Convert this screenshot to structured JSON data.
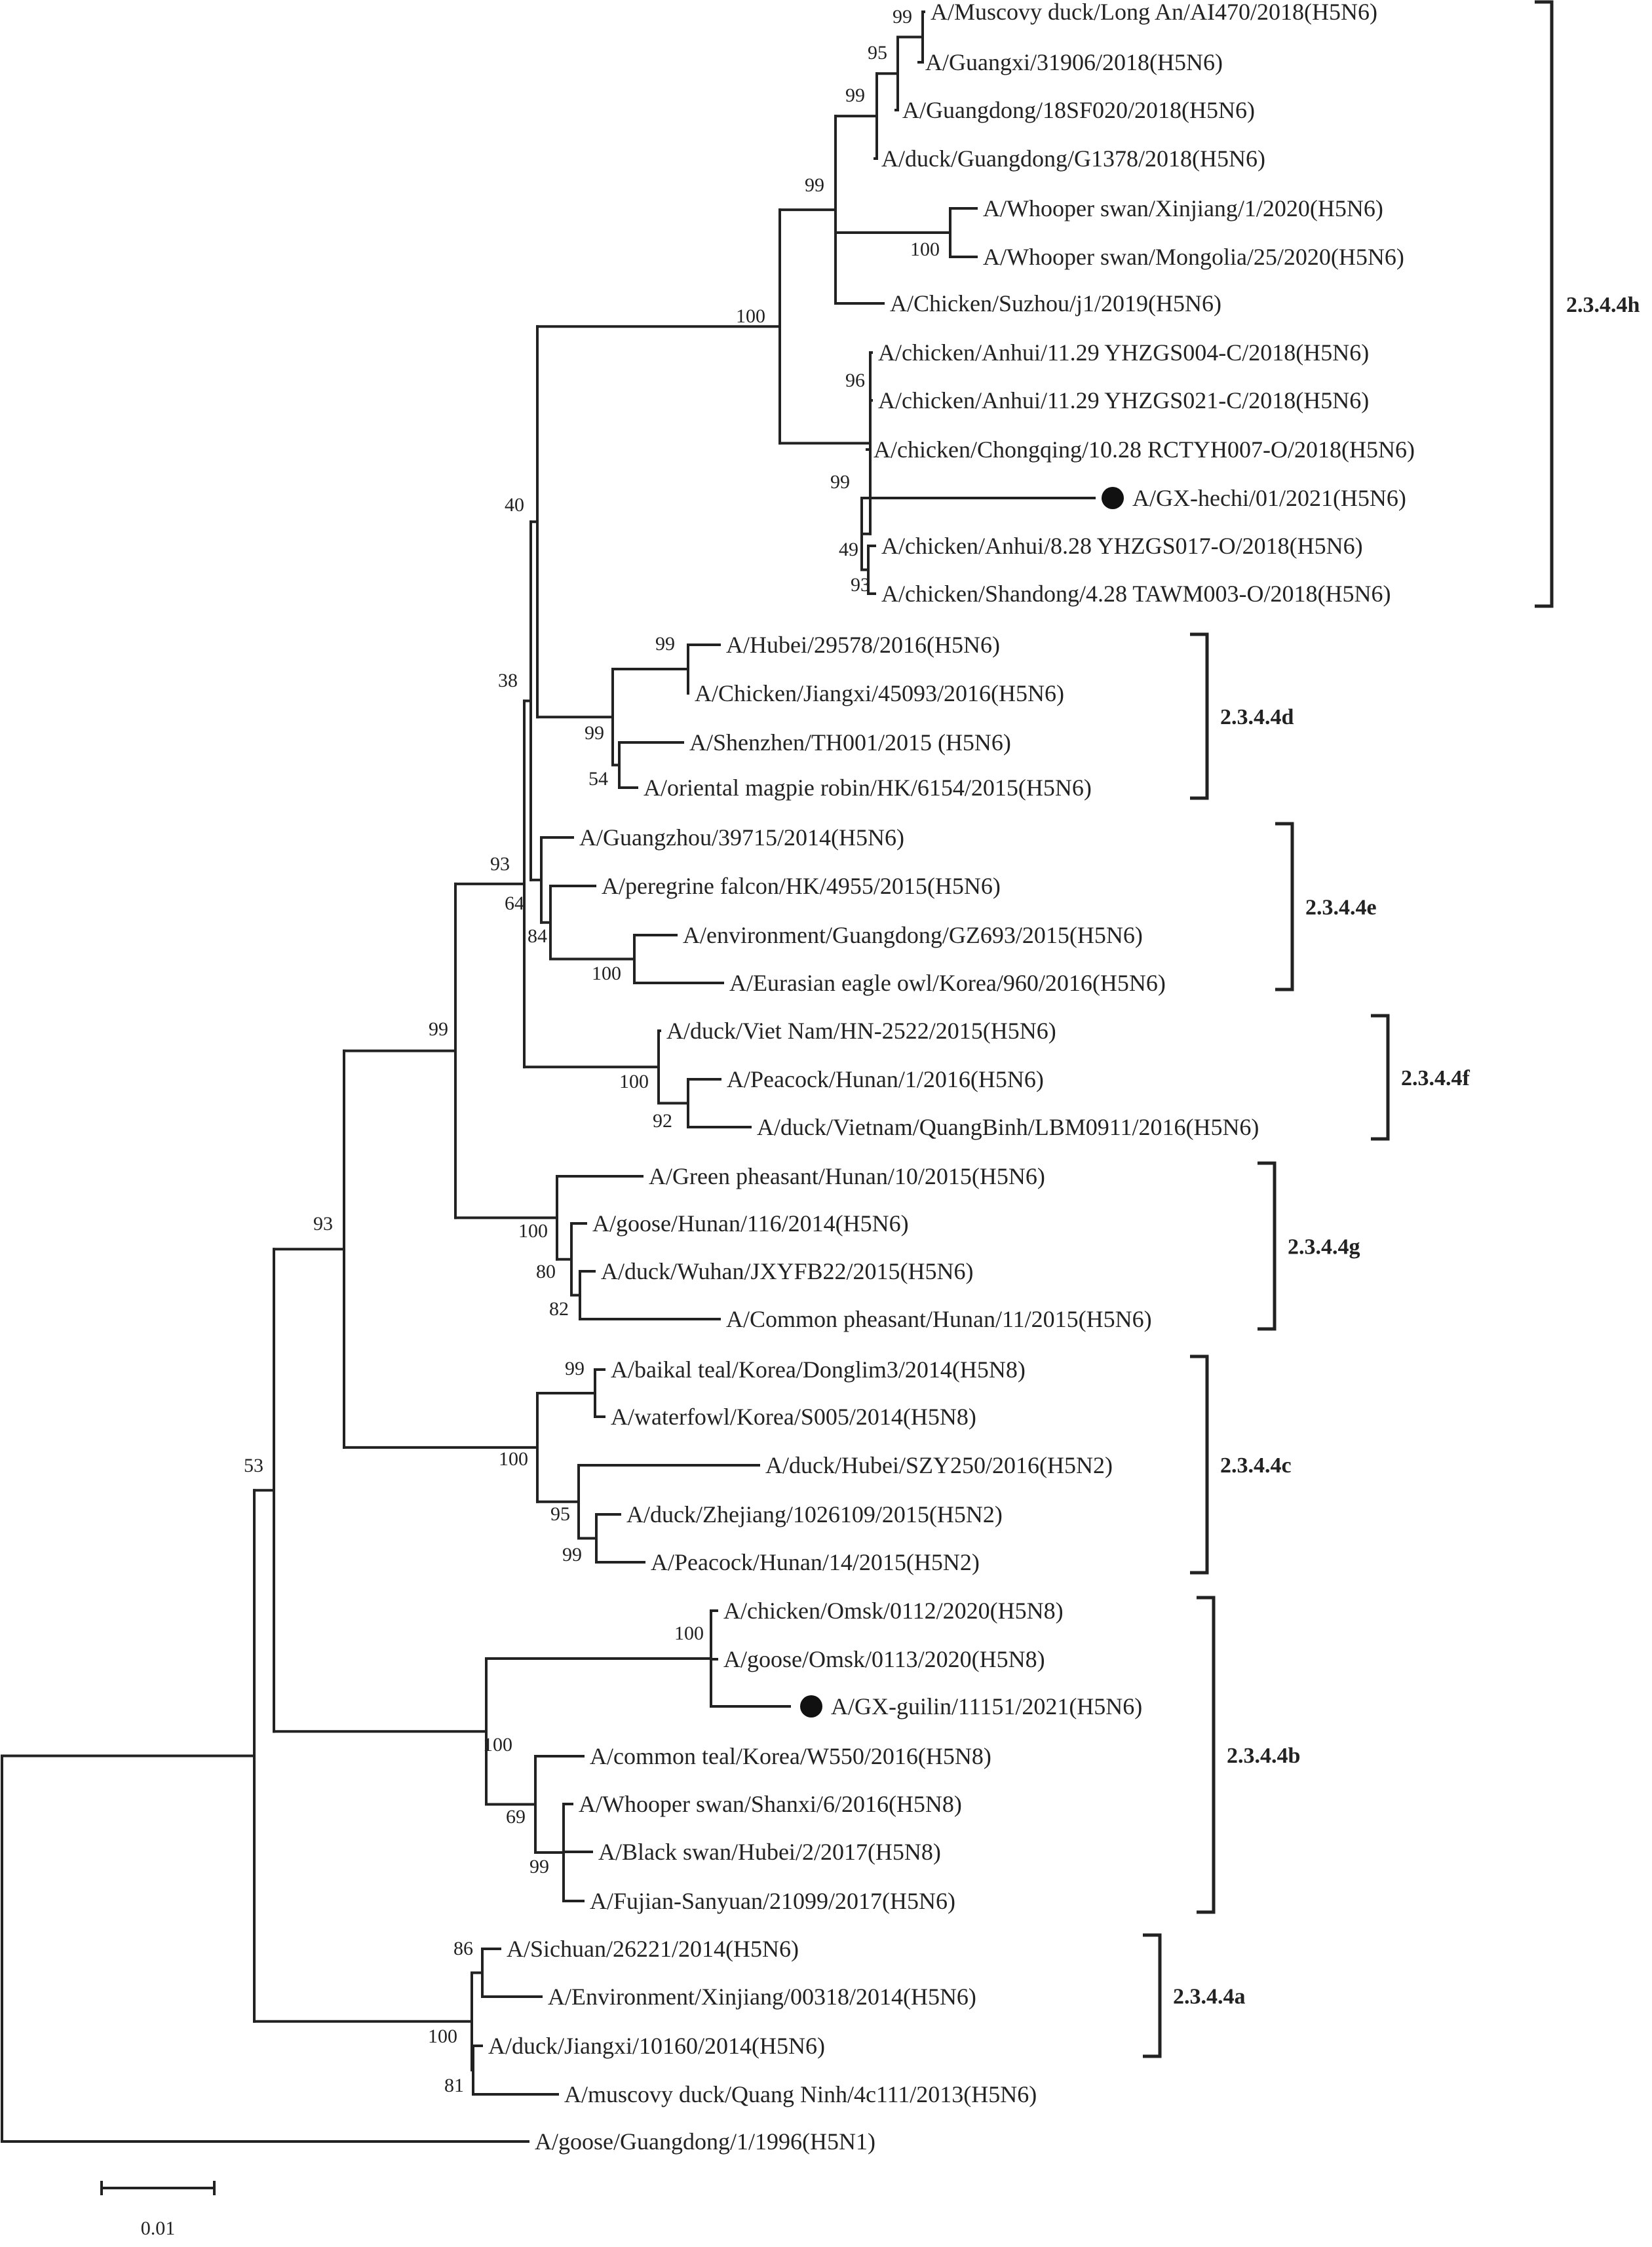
{
  "tree": {
    "taxa": [
      {
        "id": "t1",
        "label": "A/Muscovy duck/Long An/AI470/2018(H5N6)"
      },
      {
        "id": "t2",
        "label": "A/Guangxi/31906/2018(H5N6)"
      },
      {
        "id": "t3",
        "label": "A/Guangdong/18SF020/2018(H5N6)"
      },
      {
        "id": "t4",
        "label": "A/duck/Guangdong/G1378/2018(H5N6)"
      },
      {
        "id": "t5",
        "label": "A/Whooper swan/Xinjiang/1/2020(H5N6)"
      },
      {
        "id": "t6",
        "label": "A/Whooper swan/Mongolia/25/2020(H5N6)"
      },
      {
        "id": "t7",
        "label": "A/Chicken/Suzhou/j1/2019(H5N6)"
      },
      {
        "id": "t8",
        "label": "A/chicken/Anhui/11.29 YHZGS004-C/2018(H5N6)"
      },
      {
        "id": "t9",
        "label": "A/chicken/Anhui/11.29 YHZGS021-C/2018(H5N6)"
      },
      {
        "id": "t10",
        "label": "A/chicken/Chongqing/10.28 RCTYH007-O/2018(H5N6)"
      },
      {
        "id": "t11",
        "label": "A/GX-hechi/01/2021(H5N6)",
        "marker": "filled-circle"
      },
      {
        "id": "t12",
        "label": "A/chicken/Anhui/8.28 YHZGS017-O/2018(H5N6)"
      },
      {
        "id": "t13",
        "label": "A/chicken/Shandong/4.28 TAWM003-O/2018(H5N6)"
      },
      {
        "id": "t14",
        "label": "A/Hubei/29578/2016(H5N6)"
      },
      {
        "id": "t15",
        "label": "A/Chicken/Jiangxi/45093/2016(H5N6)"
      },
      {
        "id": "t16",
        "label": "A/Shenzhen/TH001/2015 (H5N6)"
      },
      {
        "id": "t17",
        "label": "A/oriental magpie robin/HK/6154/2015(H5N6)"
      },
      {
        "id": "t18",
        "label": "A/Guangzhou/39715/2014(H5N6)"
      },
      {
        "id": "t19",
        "label": "A/peregrine falcon/HK/4955/2015(H5N6)"
      },
      {
        "id": "t20",
        "label": "A/environment/Guangdong/GZ693/2015(H5N6)"
      },
      {
        "id": "t21",
        "label": "A/Eurasian eagle owl/Korea/960/2016(H5N6)"
      },
      {
        "id": "t22",
        "label": "A/duck/Viet Nam/HN-2522/2015(H5N6)"
      },
      {
        "id": "t23",
        "label": "A/Peacock/Hunan/1/2016(H5N6)"
      },
      {
        "id": "t24",
        "label": "A/duck/Vietnam/QuangBinh/LBM0911/2016(H5N6)"
      },
      {
        "id": "t25",
        "label": "A/Green pheasant/Hunan/10/2015(H5N6)"
      },
      {
        "id": "t26",
        "label": "A/goose/Hunan/116/2014(H5N6)"
      },
      {
        "id": "t27",
        "label": "A/duck/Wuhan/JXYFB22/2015(H5N6)"
      },
      {
        "id": "t28",
        "label": "A/Common pheasant/Hunan/11/2015(H5N6)"
      },
      {
        "id": "t29",
        "label": "A/baikal teal/Korea/Donglim3/2014(H5N8)"
      },
      {
        "id": "t30",
        "label": "A/waterfowl/Korea/S005/2014(H5N8)"
      },
      {
        "id": "t31",
        "label": "A/duck/Hubei/SZY250/2016(H5N2)"
      },
      {
        "id": "t32",
        "label": "A/duck/Zhejiang/1026109/2015(H5N2)"
      },
      {
        "id": "t33",
        "label": "A/Peacock/Hunan/14/2015(H5N2)"
      },
      {
        "id": "t34",
        "label": "A/chicken/Omsk/0112/2020(H5N8)"
      },
      {
        "id": "t35",
        "label": "A/goose/Omsk/0113/2020(H5N8)"
      },
      {
        "id": "t36",
        "label": "A/GX-guilin/11151/2021(H5N6)",
        "marker": "filled-circle"
      },
      {
        "id": "t37",
        "label": "A/common teal/Korea/W550/2016(H5N8)"
      },
      {
        "id": "t38",
        "label": "A/Whooper swan/Shanxi/6/2016(H5N8)"
      },
      {
        "id": "t39",
        "label": "A/Black swan/Hubei/2/2017(H5N8)"
      },
      {
        "id": "t40",
        "label": "A/Fujian-Sanyuan/21099/2017(H5N6)"
      },
      {
        "id": "t41",
        "label": "A/Sichuan/26221/2014(H5N6)"
      },
      {
        "id": "t42",
        "label": "A/Environment/Xinjiang/00318/2014(H5N6)"
      },
      {
        "id": "t43",
        "label": "A/duck/Jiangxi/10160/2014(H5N6)"
      },
      {
        "id": "t44",
        "label": "A/muscovy duck/Quang Ninh/4c111/2013(H5N6)"
      },
      {
        "id": "t45",
        "label": "A/goose/Guangdong/1/1996(H5N1)"
      }
    ],
    "bootstrap": [
      {
        "id": "b1",
        "value": "99"
      },
      {
        "id": "b2",
        "value": "95"
      },
      {
        "id": "b3",
        "value": "99"
      },
      {
        "id": "b4",
        "value": "99"
      },
      {
        "id": "b5",
        "value": "100"
      },
      {
        "id": "b6",
        "value": "100"
      },
      {
        "id": "b7",
        "value": "96"
      },
      {
        "id": "b8",
        "value": "99"
      },
      {
        "id": "b9",
        "value": "49"
      },
      {
        "id": "b10",
        "value": "93"
      },
      {
        "id": "b11",
        "value": "40"
      },
      {
        "id": "b12",
        "value": "99"
      },
      {
        "id": "b13",
        "value": "38"
      },
      {
        "id": "b14",
        "value": "99"
      },
      {
        "id": "b15",
        "value": "54"
      },
      {
        "id": "b16",
        "value": "93"
      },
      {
        "id": "b17",
        "value": "64"
      },
      {
        "id": "b18",
        "value": "84"
      },
      {
        "id": "b19",
        "value": "100"
      },
      {
        "id": "b20",
        "value": "99"
      },
      {
        "id": "b21",
        "value": "100"
      },
      {
        "id": "b22",
        "value": "92"
      },
      {
        "id": "b23",
        "value": "100"
      },
      {
        "id": "b24",
        "value": "80"
      },
      {
        "id": "b25",
        "value": "82"
      },
      {
        "id": "b26",
        "value": "93"
      },
      {
        "id": "b27",
        "value": "99"
      },
      {
        "id": "b28",
        "value": "100"
      },
      {
        "id": "b29",
        "value": "95"
      },
      {
        "id": "b30",
        "value": "99"
      },
      {
        "id": "b31",
        "value": "53"
      },
      {
        "id": "b32",
        "value": "100"
      },
      {
        "id": "b33",
        "value": "100"
      },
      {
        "id": "b34",
        "value": "69"
      },
      {
        "id": "b35",
        "value": "99"
      },
      {
        "id": "b36",
        "value": "86"
      },
      {
        "id": "b37",
        "value": "100"
      },
      {
        "id": "b38",
        "value": "81"
      }
    ],
    "clades": [
      {
        "id": "c1",
        "label": "2.3.4.4h"
      },
      {
        "id": "c2",
        "label": "2.3.4.4d"
      },
      {
        "id": "c3",
        "label": "2.3.4.4e"
      },
      {
        "id": "c4",
        "label": "2.3.4.4f"
      },
      {
        "id": "c5",
        "label": "2.3.4.4g"
      },
      {
        "id": "c6",
        "label": "2.3.4.4c"
      },
      {
        "id": "c7",
        "label": "2.3.4.4b"
      },
      {
        "id": "c8",
        "label": "2.3.4.4a"
      }
    ],
    "scale": {
      "label": "0.01"
    }
  }
}
